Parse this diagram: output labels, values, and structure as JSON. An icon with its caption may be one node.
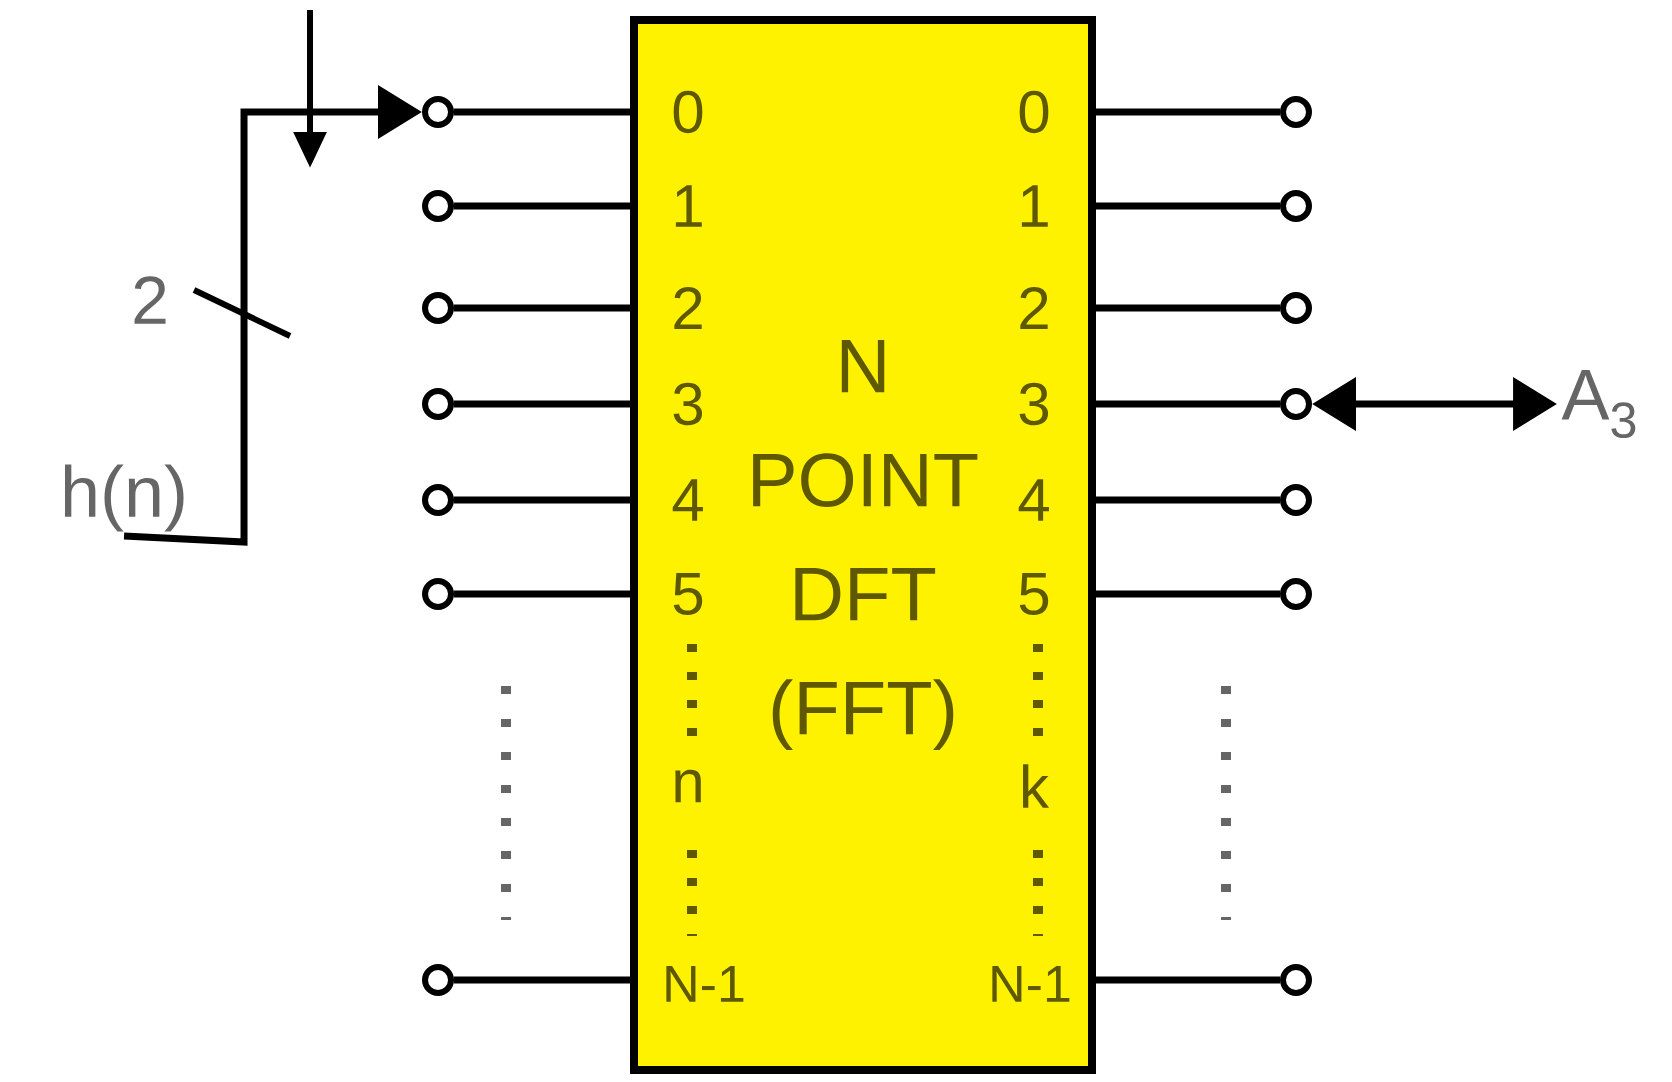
{
  "diagram": {
    "nodes": [
      {
        "text": [
          "N POINT DFT (FFT)"
        ]
      },
      {
        "text": [],
        "shape": "circle"
      },
      {
        "text": [],
        "shape": "circle"
      },
      {
        "text": [],
        "shape": "circle"
      },
      {
        "text": [],
        "shape": "circle"
      },
      {
        "text": [],
        "shape": "circle"
      },
      {
        "text": [],
        "shape": "circle"
      },
      {
        "text": [],
        "shape": "circle"
      },
      {
        "text": [],
        "shape": "circle"
      },
      {
        "text": [],
        "shape": "circle"
      },
      {
        "text": [],
        "shape": "circle"
      },
      {
        "text": [],
        "shape": "circle"
      },
      {
        "text": [],
        "shape": "circle"
      },
      {
        "text": [],
        "shape": "circle"
      },
      {
        "text": [],
        "shape": "circle"
      },
      {
        "text": [
          "h(n)"
        ]
      },
      {
        "text": [
          "A$_{3}$"
        ]
      }
    ],
    "edges": [
      {
        "from": 1,
        "to": 0,
        "arrow": "none"
      },
      {
        "from": 2,
        "to": 0,
        "arrow": "none"
      },
      {
        "from": 3,
        "to": 0,
        "arrow": "none"
      },
      {
        "from": 4,
        "to": 0,
        "arrow": "none"
      },
      {
        "from": 5,
        "to": 0,
        "arrow": "none"
      },
      {
        "from": 6,
        "to": 0,
        "arrow": "none"
      },
      {
        "from": 7,
        "to": 0,
        "arrow": "none"
      },
      {
        "from": 0,
        "to": 8,
        "arrow": "none"
      },
      {
        "from": 0,
        "to": 9,
        "arrow": "none"
      },
      {
        "from": 0,
        "to": 10,
        "arrow": "none"
      },
      {
        "from": 0,
        "to": 11,
        "arrow": "none"
      },
      {
        "from": 0,
        "to": 12,
        "arrow": "none"
      },
      {
        "from": 0,
        "to": 13,
        "arrow": "none"
      },
      {
        "from": 0,
        "to": 14,
        "arrow": "none"
      },
      {
        "from": 15,
        "to": 1,
        "arrow": "to",
        "label": "2"
      },
      {
        "from": 11,
        "to": 16,
        "arrow": "both"
      }
    ],
    "labels": [
      "0",
      "0",
      "1",
      "1",
      "2",
      "2",
      "3",
      "3",
      "4",
      "4",
      "5",
      "5",
      "n",
      "k",
      "N-1",
      "N-1"
    ]
  }
}
